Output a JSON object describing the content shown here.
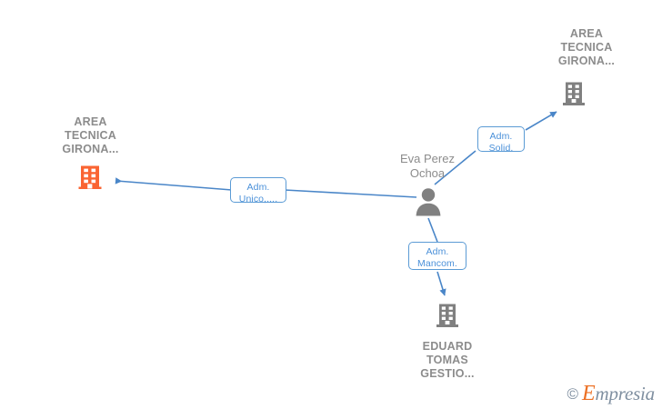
{
  "graph": {
    "nodes": [
      {
        "id": "area-tecnica-girona-left",
        "label": "AREA\nTECNICA\nGIRONA...",
        "icon": "building-icon",
        "icon_color": "#fa6432",
        "type": "company"
      },
      {
        "id": "area-tecnica-girona-top",
        "label": "AREA\nTECNICA\nGIRONA...",
        "icon": "building-icon",
        "icon_color": "#808080",
        "type": "company"
      },
      {
        "id": "eva-perez-ochoa",
        "label": "Eva Perez\nOchoa",
        "icon": "person-icon",
        "icon_color": "#808080",
        "type": "person"
      },
      {
        "id": "eduard-tomas-gestio",
        "label": "EDUARD\nTOMAS\nGESTIO...",
        "icon": "building-icon",
        "icon_color": "#808080",
        "type": "company"
      }
    ],
    "edges": [
      {
        "id": "edge-adm-unico",
        "label": "Adm.\nUnico,....",
        "from": "eva-perez-ochoa",
        "to": "area-tecnica-girona-left"
      },
      {
        "id": "edge-adm-solid",
        "label": "Adm.\nSolid.",
        "from": "eva-perez-ochoa",
        "to": "area-tecnica-girona-top"
      },
      {
        "id": "edge-adm-mancom",
        "label": "Adm.\nMancom.",
        "from": "eva-perez-ochoa",
        "to": "eduard-tomas-gestio"
      }
    ],
    "colors": {
      "edge": "#4a86c8",
      "box_border": "#5b9bd5",
      "box_text": "#4a90d9",
      "node_text": "#8c8c8c",
      "accent_orange": "#fa6432",
      "node_gray": "#808080"
    }
  },
  "watermark": {
    "copyright": "©",
    "brand_initial": "E",
    "brand_rest": "mpresia"
  }
}
